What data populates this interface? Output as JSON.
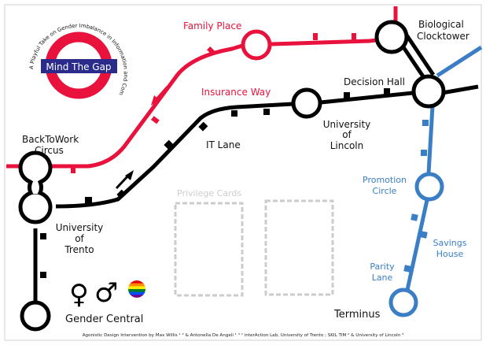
{
  "logo": {
    "title": "Mind The Gap",
    "arc_text": "A Playful Take on Gender Imbalance in Information and Communication Technology"
  },
  "colors": {
    "red": "#e8123c",
    "black": "#000000",
    "blue": "#3a7ec6",
    "logo_ring": "#e8123c",
    "logo_bar": "#2b2b8c",
    "dashed": "#cccccc"
  },
  "stations": {
    "family_place": "Family Place",
    "insurance_way": "Insurance Way",
    "biological_clocktower_1": "Biological",
    "biological_clocktower_2": "Clocktower",
    "decision_hall": "Decision Hall",
    "university_lincoln_1": "University",
    "university_lincoln_2": "of",
    "university_lincoln_3": "Lincoln",
    "it_lane": "IT Lane",
    "back_to_work_1": "BackToWork",
    "back_to_work_2": "Circus",
    "university_trento_1": "University",
    "university_trento_2": "of",
    "university_trento_3": "Trento",
    "gender_central": "Gender Central",
    "promotion_circle_1": "Promotion",
    "promotion_circle_2": "Circle",
    "savings_house_1": "Savings",
    "savings_house_2": "House",
    "parity_lane_1": "Parity",
    "parity_lane_2": "Lane",
    "terminus": "Terminus"
  },
  "privilege_cards": "Privilege Cards",
  "symbols": {
    "female": "♀",
    "male": "♂",
    "pride_colors": [
      "#e40303",
      "#ff8c00",
      "#ffed00",
      "#008026",
      "#004dff",
      "#750787"
    ]
  },
  "footer": "Agonistic Design Intervention by Max Willis ¹ ² & Antonella De Angeli ¹ ³  ¹ interAction Lab, University of Trento ; SKIL TIM ² & University of Lincoln ³"
}
